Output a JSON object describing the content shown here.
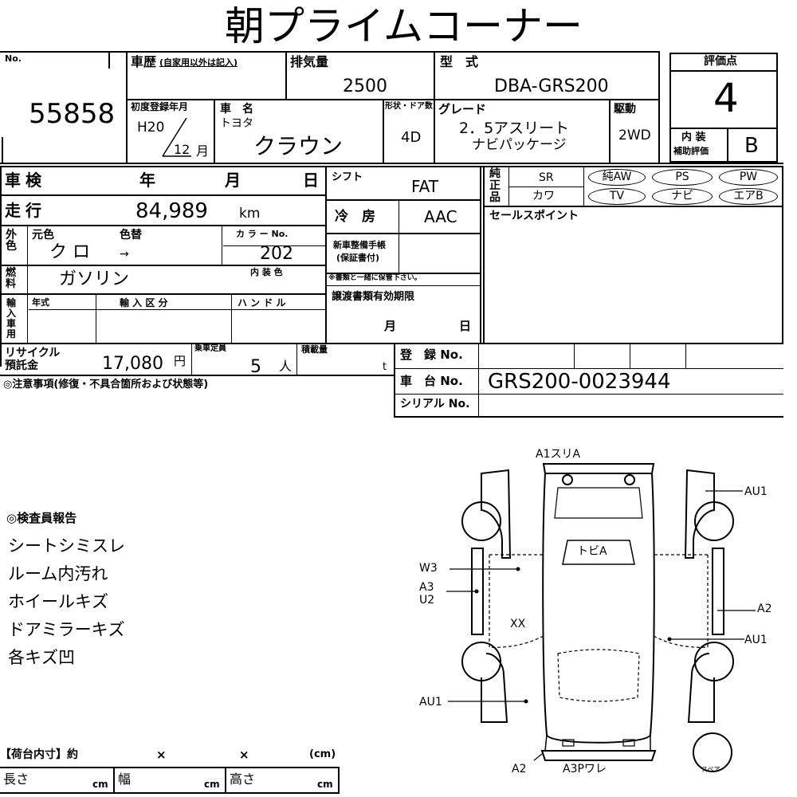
{
  "title": "朝プライムコーナー",
  "no_label": "No.",
  "lot_number": "55858",
  "history_label": "車歴",
  "history_note": "(自家用以外は記入)",
  "displacement_label": "排気量",
  "displacement": "2500",
  "model_label": "型　式",
  "model_code": "DBA-GRS200",
  "score_label": "評価点",
  "score": "4",
  "first_reg_label": "初度登録年月",
  "first_reg_year": "H20",
  "first_reg_month": "12",
  "month_char": "月",
  "car_name_label": "車　名",
  "maker": "トヨタ",
  "car_name": "クラウン",
  "doors_label": "形状・ドア数",
  "doors": "4D",
  "grade_label": "グレード",
  "grade_line1": "2．5アスリート",
  "grade_line2": "ナビパッケージ",
  "drive_label": "駆動",
  "drive": "2WD",
  "interior_label_1": "内 装",
  "interior_label_2": "補助評価",
  "interior_score": "B",
  "inspection_label": "車検",
  "year_char": "年",
  "day_char": "日",
  "shift_label": "シフト",
  "shift": "FAT",
  "equip_label": "純正品",
  "equip_sr": "SR",
  "equip_kawa": "カワ",
  "equip_ovals_row1": [
    "純AW",
    "PS",
    "PW"
  ],
  "equip_ovals_row2": [
    "TV",
    "ナビ",
    "エアB"
  ],
  "mileage_label": "走行",
  "mileage": "84,989",
  "mileage_unit": "km",
  "ac_label": "冷　房",
  "ac": "AAC",
  "sales_point_label": "セールスポイント",
  "ext_color_label": "外色",
  "orig_color_label": "元色",
  "color_change_label": "色替",
  "color": "ク ロ",
  "arrow": "→",
  "color_no_label": "カ ラ ー No.",
  "color_no": "202",
  "int_color_label": "内 装 色",
  "service_book_label_1": "新車整備手帳",
  "service_book_label_2": "(保証書付)",
  "service_note": "※書類と一緒に保管下さい。",
  "fuel_label": "燃料",
  "fuel": "ガソリン",
  "import_label": "輸入車用",
  "import_year_label": "年式",
  "import_type_label": "輸 入 区 分",
  "handle_label": "ハ ン ド ル",
  "transfer_label": "譲渡書類有効期限",
  "recycle_label_1": "リサイクル",
  "recycle_label_2": "預託金",
  "recycle_fee": "17,080",
  "yen": "円",
  "capacity_label": "乗車定員",
  "capacity": "5",
  "person": "人",
  "load_label": "積載量",
  "ton": "t",
  "reg_no_label": "登　録 No.",
  "chassis_label": "車　台 No.",
  "chassis_no": "GRS200-0023944",
  "serial_label": "シリアル No.",
  "notes_label": "◎注意事項(修復・不具合箇所および状態等)",
  "inspector_label": "◎検査員報告",
  "inspector_notes": [
    "シートシミスレ",
    "ルーム内汚れ",
    "ホイールキズ",
    "ドアミラーキズ",
    "各キズ凹"
  ],
  "cargo_label": "【荷台内寸】約",
  "times": "×",
  "cm_paren": "(cm)",
  "length_label": "長さ",
  "width_label": "幅",
  "height_label": "高さ",
  "cm": "cm",
  "diagram_labels": {
    "front": "A1スリA",
    "au1_tr": "AU1",
    "roof": "トビA",
    "w3": "W3",
    "a3": "A3",
    "u2": "U2",
    "xx": "XX",
    "a2_right": "A2",
    "au1_mr": "AU1",
    "au1_bl": "AU1",
    "a2_bottom": "A2",
    "rear": "A3Pワレ",
    "spare": "スペア"
  }
}
